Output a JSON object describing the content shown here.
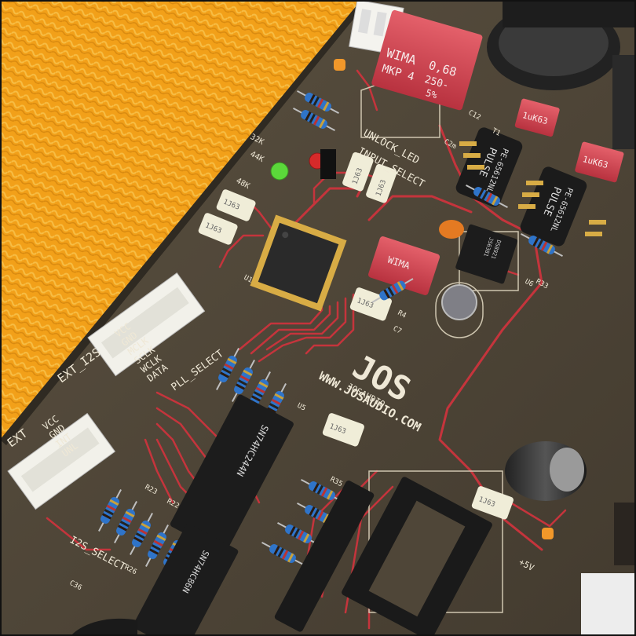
{
  "scene": {
    "description_label": "",
    "background_color": "#f2a019",
    "board_color": "#4f4638"
  },
  "board": {
    "brand_text": "WWW.JOSAUDIO.COM",
    "logo_text": "JOS",
    "logo_sub": "JOSAUDIO",
    "labels": {
      "unlock_led": "UNLOCK_LED",
      "input_select": "INPUT_SELECT",
      "ext_i2s_title": "EXT_I2S",
      "ext_i2s_pins": [
        "VCC",
        "GND",
        "MCLK",
        "SCLK",
        "WCLK",
        "DATA"
      ],
      "ext_title": "EXT",
      "ext_pins": [
        "VCC",
        "GND",
        "INT",
        "UNL"
      ],
      "pll_select": "PLL_SELECT",
      "i2s_select": "I2S_SELECT",
      "plus_5v": "+5V",
      "lbl_32k": "32K",
      "lbl_44k": "44K",
      "lbl_48k": "48K",
      "lbl_u1": "U1",
      "lbl_u5": "U5",
      "lbl_u6": "U6",
      "lbl_r4": "R4",
      "lbl_c7": "C7",
      "lbl_r35": "R35",
      "lbl_r22": "R22",
      "lbl_r23": "R23",
      "lbl_r26": "R26",
      "lbl_c36": "C36",
      "lbl_t1": "T1",
      "lbl_c12": "C12",
      "lbl_c2m": "C2m",
      "lbl_r33": "R33"
    },
    "components": {
      "wima_big": {
        "brand": "WIMA",
        "series": "MKP 4",
        "value": "0,68",
        "voltage": "250-",
        "tol": "5%"
      },
      "wima_small": {
        "brand": "WIMA"
      },
      "cap_1uk63_a": "1uK63",
      "cap_1uk63_b": "1uK63",
      "film_cap_text": "1J63",
      "pulse_transformer": "PULSE",
      "pulse_part": "PE-65612NL",
      "chip_sn74hc244": "SN74HC244N",
      "chip_sn74hc86": "SN74HC86N",
      "chip_u6_text": "DS8921",
      "chip_u6_text2": "JS6381"
    }
  }
}
